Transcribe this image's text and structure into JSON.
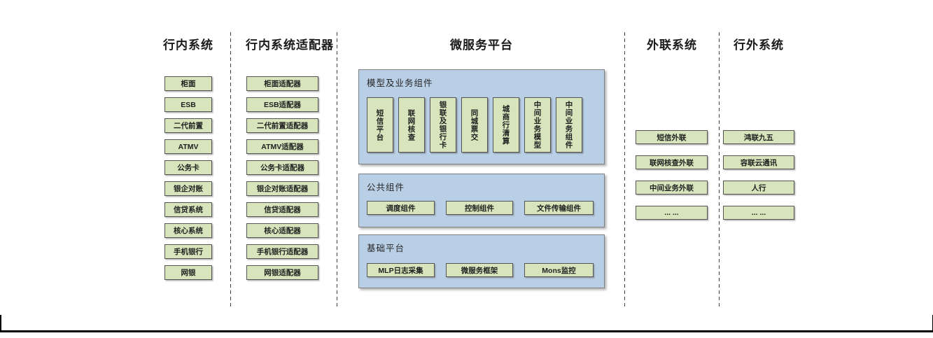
{
  "diagram": {
    "columns": {
      "internal": {
        "title": "行内系统",
        "items": [
          "柜面",
          "ESB",
          "二代前置",
          "ATMV",
          "公务卡",
          "银企对账",
          "信贷系统",
          "核心系统",
          "手机银行",
          "网银"
        ]
      },
      "adapter": {
        "title": "行内系统适配器",
        "items": [
          "柜面适配器",
          "ESB适配器",
          "二代前置适配器",
          "ATMV适配器",
          "公务卡适配器",
          "银企对账适配器",
          "信贷适配器",
          "核心适配器",
          "手机银行适配器",
          "网银适配器"
        ]
      },
      "platform": {
        "title": "微服务平台",
        "model_section": {
          "label": "模型及业务组件",
          "items": [
            "短信平台",
            "联网核查",
            "银联及银行卡",
            "同城票交",
            "城商行清算",
            "中间业务模型",
            "中间业务组件"
          ]
        },
        "common_section": {
          "label": "公共组件",
          "items": [
            "调度组件",
            "控制组件",
            "文件传输组件"
          ]
        },
        "base_section": {
          "label": "基础平台",
          "items": [
            "MLP日志采集",
            "微服务框架",
            "Mons监控"
          ]
        }
      },
      "outreach": {
        "title": "外联系统",
        "items": [
          "短信外联",
          "联网核查外联",
          "中间业务外联",
          "... ..."
        ]
      },
      "external": {
        "title": "行外系统",
        "items": [
          "鸿联九五",
          "容联云通讯",
          "人行",
          "... ..."
        ]
      }
    },
    "colors": {
      "component_fill": "#d7e4bc",
      "component_border": "#545454",
      "panel_fill": "#b9cfe6",
      "panel_border": "#7f7f7f",
      "separator": "#3c3c3c",
      "text": "#1f1f1f"
    }
  }
}
